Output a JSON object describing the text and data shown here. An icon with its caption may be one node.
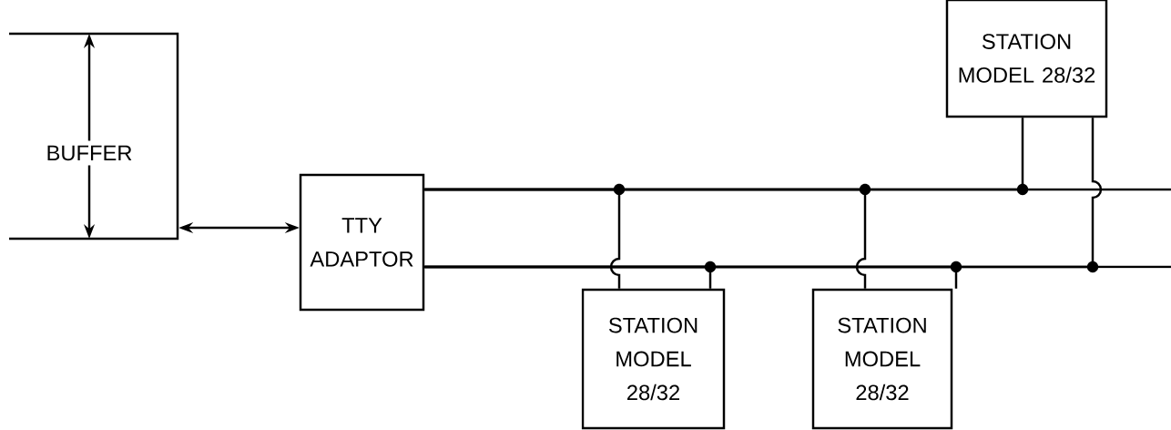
{
  "diagram": {
    "nodes": [
      {
        "text": [
          "BUFFER"
        ]
      },
      {
        "text": [
          "TTY ADAPTOR"
        ]
      },
      {
        "text": [
          "STATION MODEL 28/32"
        ]
      },
      {
        "text": [
          "STATION MODEL 28/32"
        ]
      },
      {
        "text": [
          "STATION MODEL 28/32"
        ]
      }
    ],
    "edges": [
      {
        "from": 0,
        "to": 1,
        "arrow": "both"
      },
      {
        "from": 1,
        "to": null,
        "arrow": "none"
      },
      {
        "from": 1,
        "to": null,
        "arrow": "none"
      },
      {
        "from": 1,
        "to": 2,
        "arrow": "none"
      },
      {
        "from": 1,
        "to": 2,
        "arrow": "none"
      },
      {
        "from": 1,
        "to": 3,
        "arrow": "none"
      },
      {
        "from": 1,
        "to": 3,
        "arrow": "none"
      },
      {
        "from": 1,
        "to": 4,
        "arrow": "none"
      },
      {
        "from": 1,
        "to": 4,
        "arrow": "none"
      }
    ]
  }
}
